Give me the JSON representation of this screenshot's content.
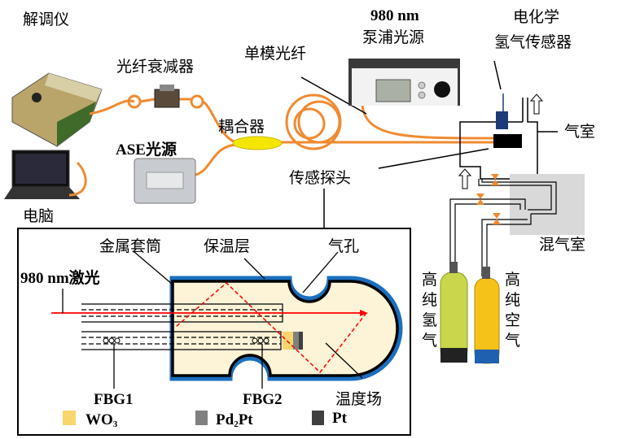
{
  "labels": {
    "demodulator": "解调仪",
    "computer": "电脑",
    "attenuator": "光纤衰减器",
    "ase_source": "ASE光源",
    "coupler": "耦合器",
    "single_mode_fiber": "单模光纤",
    "pump_wavelength": "980 nm",
    "pump_source": "泵浦光源",
    "ec_sensor_line1": "电化学",
    "ec_sensor_line2": "氢气传感器",
    "gas_chamber": "气室",
    "sensing_probe": "传感探头",
    "mixing_chamber": "混气室",
    "h2_bottle": [
      "高",
      "纯",
      "氢",
      "气"
    ],
    "air_bottle": [
      "高",
      "纯",
      "空",
      "气"
    ]
  },
  "detail": {
    "metal_sleeve": "金属套筒",
    "insulation": "保温层",
    "gas_hole": "气孔",
    "laser": "980 nm激光",
    "fbg1": "FBG1",
    "fbg2": "FBG2",
    "temperature_field": "温度场"
  },
  "legend": [
    {
      "label": "WO",
      "sub": "3",
      "color": "#f9d56e"
    },
    {
      "label": "Pd",
      "sub": "2",
      "suffix": "Pt",
      "color": "#808080"
    },
    {
      "label": "Pt",
      "color": "#404040"
    }
  ],
  "colors": {
    "fiber": "#f08a30",
    "laser": "#ff0000",
    "insulation": "#1a6fbf",
    "probe_fill": "#fdf3d6",
    "valve": "#f08a30",
    "mixing": "#d9d9d9",
    "coupler": "#f5e600"
  }
}
